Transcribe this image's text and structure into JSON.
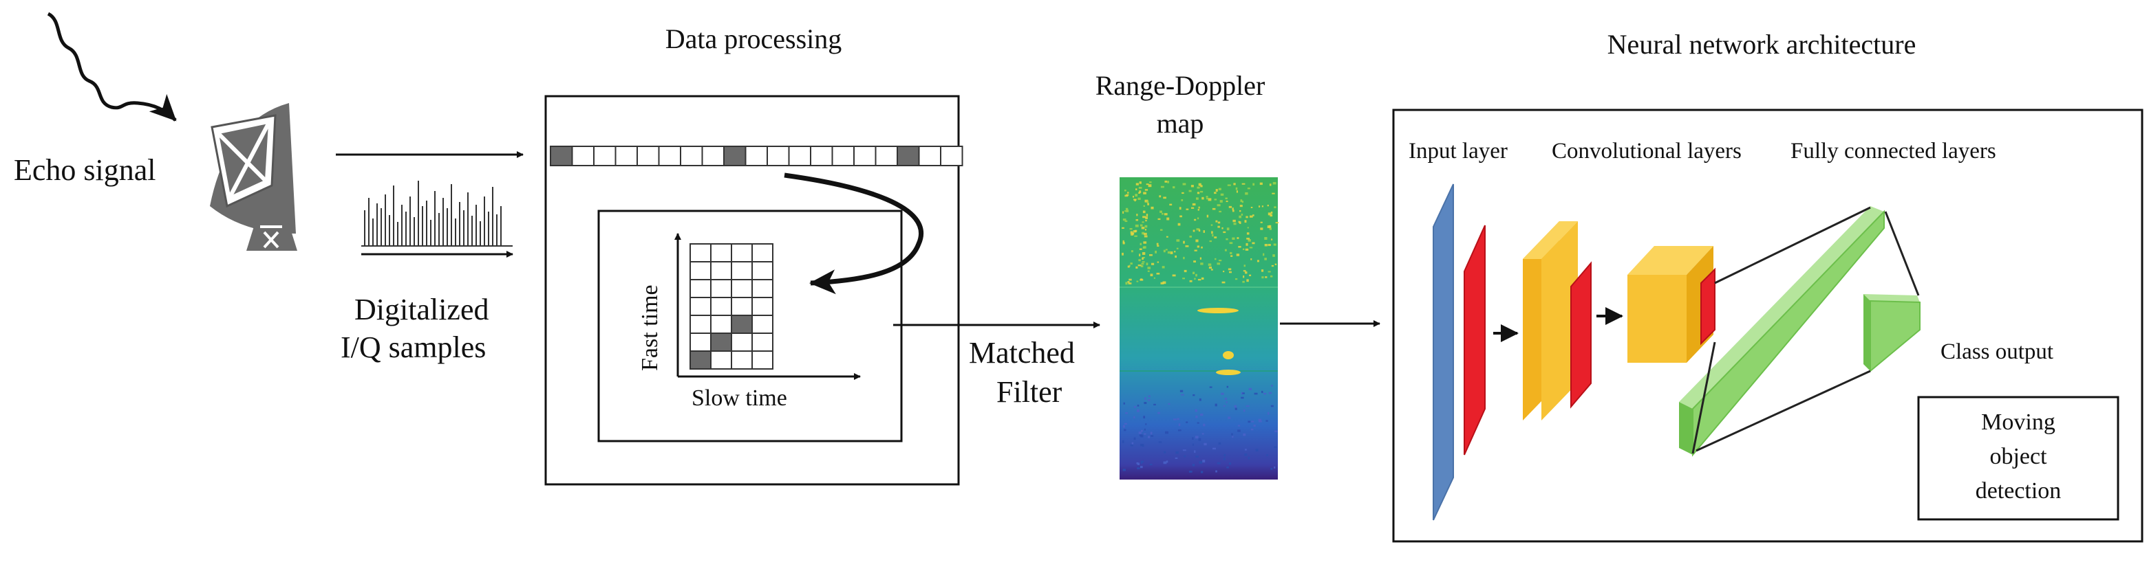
{
  "labels": {
    "echo_signal": "Echo signal",
    "digitalized_line1": "Digitalized",
    "digitalized_line2": "I/Q samples",
    "data_processing": "Data processing",
    "fast_time": "Fast time",
    "slow_time": "Slow time",
    "matched_line1": "Matched",
    "matched_line2": "Filter",
    "rd_line1": "Range-Doppler",
    "rd_line2": "map",
    "nn_architecture": "Neural network architecture",
    "input_layer": "Input layer",
    "conv_layers": "Convolutional  layers",
    "fc_layers": "Fully  connected layers",
    "class_output": "Class  output",
    "moving_line1": "Moving",
    "moving_line2": "object",
    "moving_line3": "detection"
  },
  "colors": {
    "input_layer": "#5b86c0",
    "kernel_red": "#e8202a",
    "conv_yellow": "#f7c234",
    "conv_front": "#f2b21f",
    "fc_green": "#8ed46d",
    "fc_green_dark": "#6cbf4b",
    "antenna": "#6b6b6b",
    "rd_green": "#37b062",
    "rd_blue": "#2e55b8",
    "rd_purple": "#3c2a8c"
  },
  "icons": {
    "antenna": "radar-dish-icon",
    "signal": "wave-signal-icon"
  }
}
